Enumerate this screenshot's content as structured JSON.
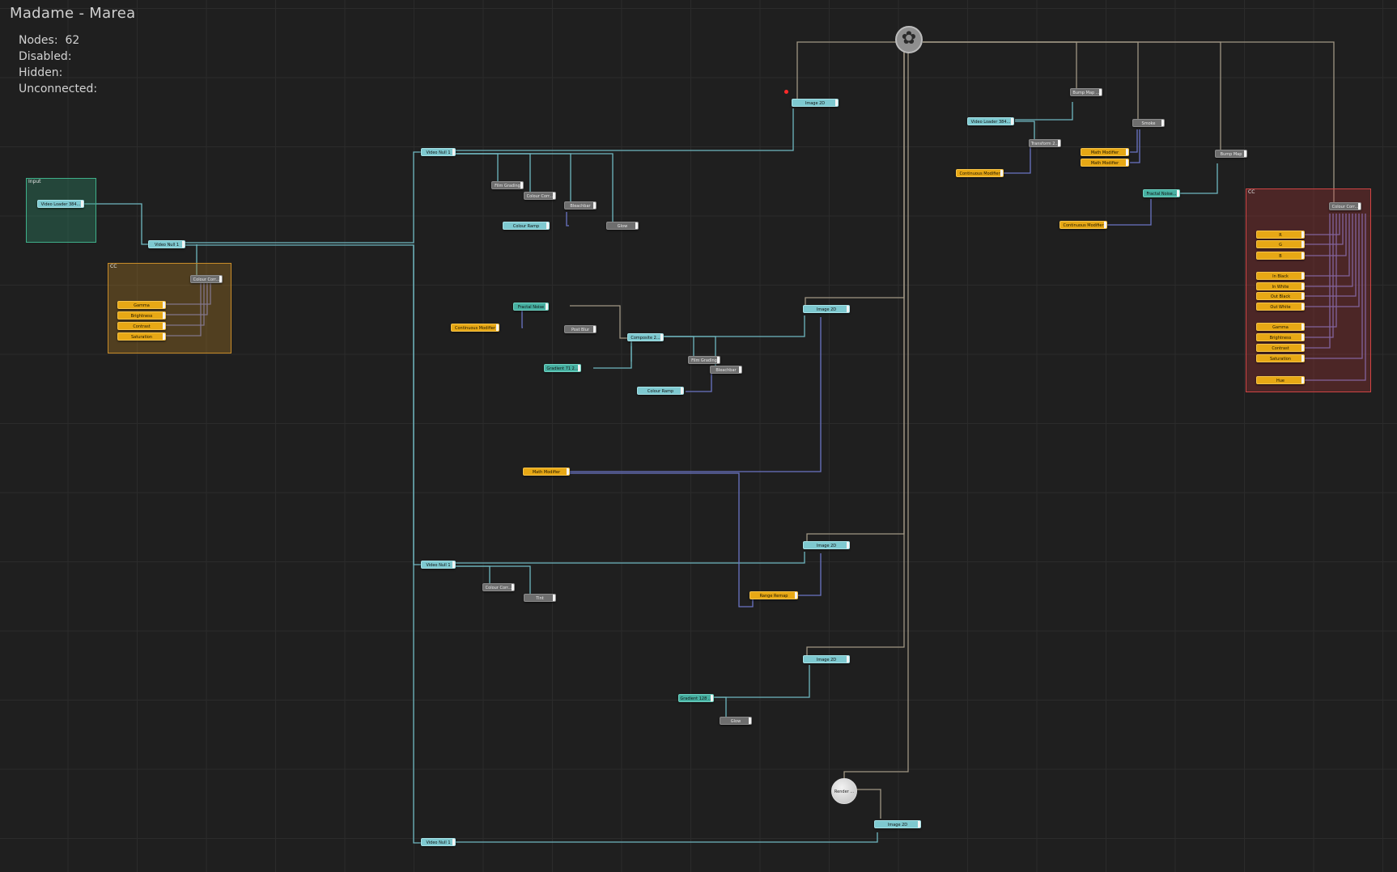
{
  "window": {
    "title": "Madame  -  Marea"
  },
  "stats": {
    "nodes_label": "Nodes:",
    "nodes_value": "62",
    "disabled_label": "Disabled:",
    "hidden_label": "Hidden:",
    "unconnected_label": "Unconnected:"
  },
  "colors": {
    "background": "#1f1f1f",
    "grid": "#2b2b2b",
    "node_cyan": "#7ec9d0",
    "node_teal": "#47b0a2",
    "node_gray": "#6e6e6e",
    "node_orange": "#e7a815",
    "wire_cyan": "#6fb7c0",
    "wire_blue": "#6a74c4",
    "wire_tan": "#a09684",
    "group_input": "#2f8f6e",
    "group_cc_left": "#b07a22",
    "group_cc_right": "#c23a3a"
  },
  "groups": {
    "input": "Input",
    "cc_left": "CC",
    "cc_right": "CC"
  },
  "icons": {
    "scene_root": "gear-icon",
    "render": "sphere-icon"
  },
  "nodes": {
    "video_loader_in": "Video Loader 384...",
    "video_null_a": "Video Null 1",
    "colour_corr_left": "Colour Corr...",
    "gamma_left": "Gamma",
    "brightness_left": "Brightness",
    "contrast_left": "Contrast",
    "saturation_left": "Saturation",
    "video_null_top": "Video Null 1",
    "film_grading": "Film Grading",
    "colour_corr_top": "Colour Corr...",
    "bleach_top": "Bleachbar",
    "colour_ramp_top": "Colour Ramp",
    "glow_top": "Glow",
    "image2d_top": "Image 2D",
    "fractal_noise": "Fractal Noise",
    "continuous_modifier_mid": "Continuous Modifier",
    "blur_mid": "Post Blur",
    "composite_mid": "Composite 2...",
    "gradient_mid": "Gradient 71 2...",
    "film_grading_mid": "Film Grading",
    "bleach_mid": "Bleachbar",
    "colour_ramp_mid": "Colour Ramp",
    "image2d_mid": "Image 2D",
    "math_modifier_mid": "Math Modifier",
    "video_null_c": "Video Null 1",
    "colour_corr_c": "Colour Corr...",
    "tint_c": "Tint",
    "range_remap": "Range Remap",
    "image2d_c": "Image 2D",
    "image2d_d": "Image 2D",
    "gradient_d": "Gradient 128 ...",
    "glow_d": "Glow",
    "video_null_bottom": "Video Null 1",
    "render": "Render ...",
    "image2d_bottom": "Image 2D",
    "video_loader_r": "Video Loader 384...",
    "transform_r": "Transform 2...",
    "continuous_modifier_r": "Continuous Modifier",
    "bump_map": "Bump Map ...",
    "math_modifier_r1": "Math Modifier",
    "math_modifier_r2": "Math Modifier",
    "smoke_r": "Smoke",
    "bump_map_2": "Bump Map",
    "fractal_noise_r": "Fractal Noise...",
    "continuous_modifier_r2": "Continuous Modifier",
    "colour_corr_right": "Colour Corr...",
    "r": "R",
    "g": "G",
    "b": "B",
    "in_black": "In Black",
    "in_white": "In White",
    "out_black": "Out Black",
    "out_white": "Out White",
    "gamma_right": "Gamma",
    "brightness_right": "Brightness",
    "contrast_right": "Contrast",
    "saturation_right": "Saturation",
    "hue_right": "Hue"
  }
}
